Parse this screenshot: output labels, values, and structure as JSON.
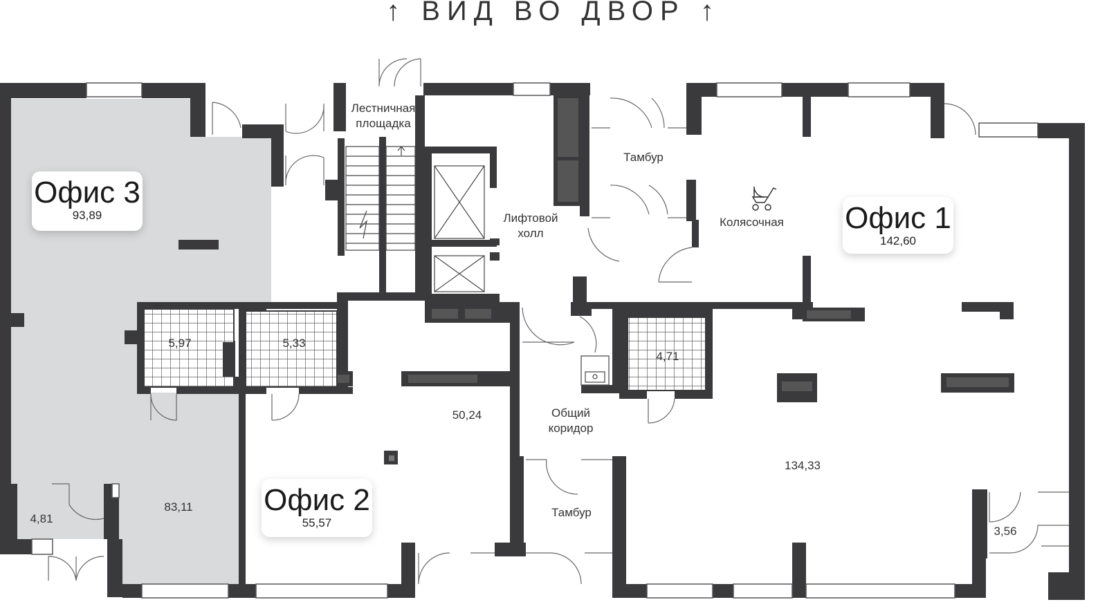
{
  "header": {
    "title": "↑ ВИД ВО ДВОР ↑"
  },
  "offices": [
    {
      "name": "Офис 3",
      "area": "93,89"
    },
    {
      "name": "Офис 1",
      "area": "142,60"
    },
    {
      "name": "Офис 2",
      "area": "55,57"
    }
  ],
  "rooms": {
    "stair": "Лестничная площадка",
    "stair_l1": "Лестничная",
    "stair_l2": "площадка",
    "vestibule_top": "Тамбур",
    "lift_hall_l1": "Лифтовой",
    "lift_hall_l2": "холл",
    "stroller": "Колясочная",
    "corridor_l1": "Общий",
    "corridor_l2": "коридор",
    "vestibule_bottom": "Тамбур"
  },
  "areas": {
    "wc3": "5,97",
    "wc2": "5,33",
    "wc1": "4,71",
    "office2_main": "50,24",
    "office1_main": "134,33",
    "office3_main": "83,11",
    "office3_small": "4,81",
    "office1_small": "3,56"
  },
  "colors": {
    "wall": "#3a3a3c",
    "office3_fill": "#d9dadb",
    "window": "#ffffff",
    "line": "#555555"
  }
}
